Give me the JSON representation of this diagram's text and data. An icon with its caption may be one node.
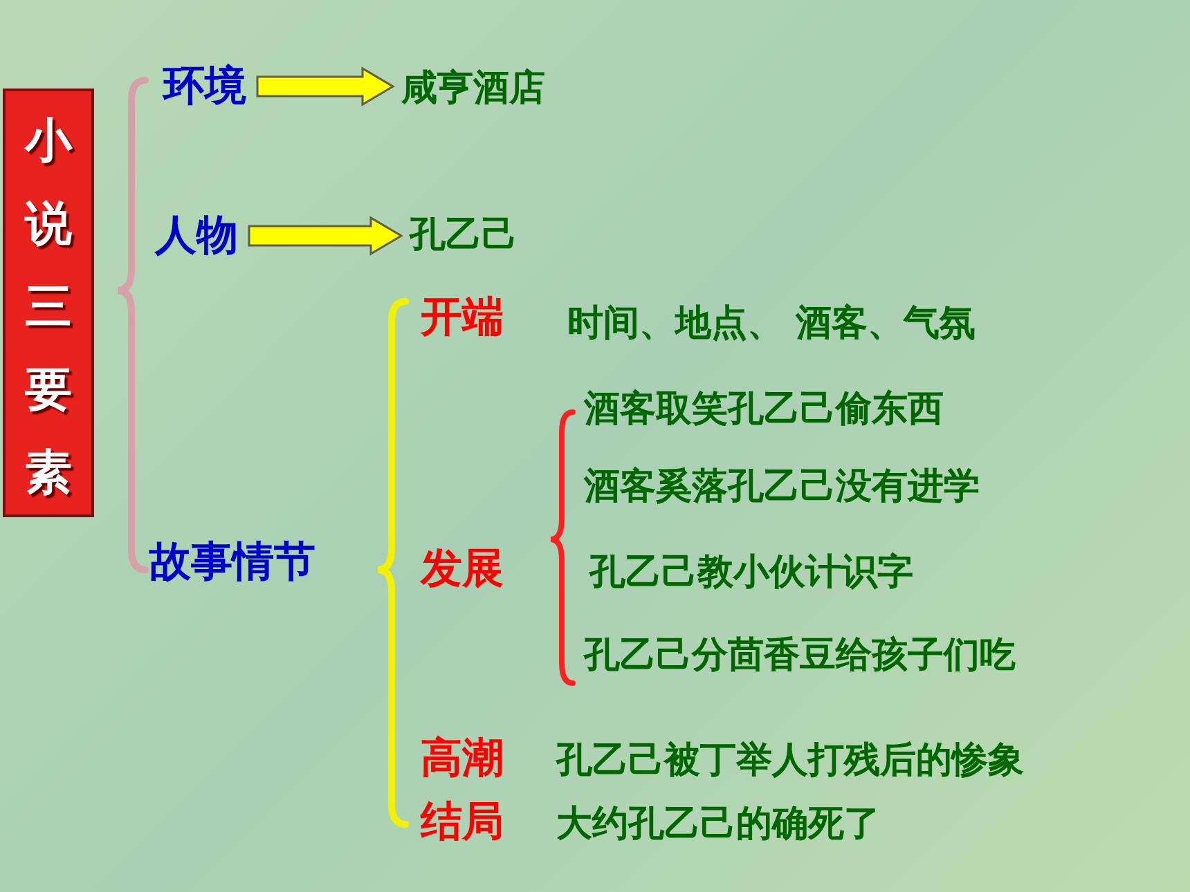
{
  "diagram": {
    "nodes": [
      {
        "text": [
          "小说三要素"
        ]
      },
      {
        "text": [
          "环境"
        ]
      },
      {
        "text": [
          "咸亨酒店"
        ]
      },
      {
        "text": [
          "人物"
        ]
      },
      {
        "text": [
          "孔乙己"
        ]
      },
      {
        "text": [
          "故事情节"
        ]
      },
      {
        "text": [
          "开端"
        ]
      },
      {
        "text": [
          "时间、地点、 酒客、气氛"
        ]
      },
      {
        "text": [
          "发展"
        ]
      },
      {
        "text": [
          "酒客取笑孔乙己偷东西"
        ]
      },
      {
        "text": [
          "酒客奚落孔乙己没有进学"
        ]
      },
      {
        "text": [
          "孔乙己教小伙计识字"
        ]
      },
      {
        "text": [
          "孔乙己分茴香豆给孩子们吃"
        ]
      },
      {
        "text": [
          "高潮"
        ]
      },
      {
        "text": [
          "孔乙己被丁举人打残后的惨象"
        ]
      },
      {
        "text": [
          "结局"
        ]
      },
      {
        "text": [
          "大约孔乙己的确死了"
        ]
      }
    ],
    "edges": [
      {
        "from": 1,
        "to": 2,
        "arrow": "to"
      },
      {
        "from": 3,
        "to": 4,
        "arrow": "to"
      }
    ]
  }
}
